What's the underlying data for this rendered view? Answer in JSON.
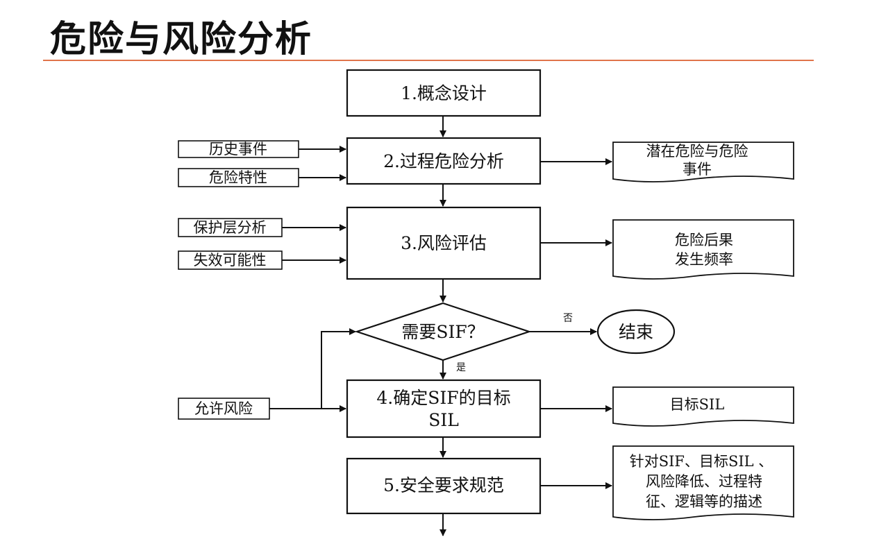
{
  "title": "危险与风险分析",
  "colors": {
    "accent_rule": "#e0744a",
    "stroke": "#111111"
  },
  "steps": {
    "s1": "1.概念设计",
    "s2": "2.过程危险分析",
    "s3": "3.风险评估",
    "s4_line1": "4.确定SIF的目标",
    "s4_line2": "SIL",
    "s5": "5.安全要求规范"
  },
  "decision": {
    "label": "需要SIF？",
    "no": "否",
    "yes": "是"
  },
  "end": "结束",
  "inputs": {
    "history": "历史事件",
    "hazard_char": "危险特性",
    "protection": "保护层分析",
    "failure": "失效可能性",
    "allowed_risk": "允许风险"
  },
  "outputs": {
    "o2_line1": "潜在危险与危险",
    "o2_line2": "事件",
    "o3_line1": "危险后果",
    "o3_line2": "发生频率",
    "o4": "目标SIL",
    "o5_line1": "针对SIF、目标SIL 、",
    "o5_line2": "风险降低、过程特",
    "o5_line3": "征、逻辑等的描述"
  }
}
